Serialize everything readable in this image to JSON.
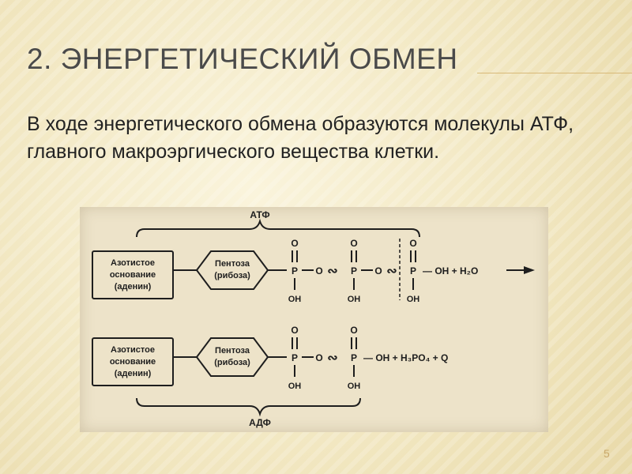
{
  "slide": {
    "title": "2. ЭНЕРГЕТИЧЕСКИЙ ОБМЕН",
    "body": "В ходе энергетического обмена образуются молекулы АТФ, главного макроэргического вещества клетки.",
    "page_number": "5"
  },
  "diagram": {
    "atp_label": "АТФ",
    "adp_label": "АДФ",
    "base_line1": "Азотистое",
    "base_line2": "основание",
    "base_line3": "(аденин)",
    "pentose_line1": "Пентоза",
    "pentose_line2": "(рибоза)",
    "p": "P",
    "o": "O",
    "oh": "OH",
    "bond_o": "O",
    "tilde": "∾",
    "atp_tail": "— OH + H₂O",
    "adp_tail": "— OH + H₃PO₄ + Q"
  }
}
